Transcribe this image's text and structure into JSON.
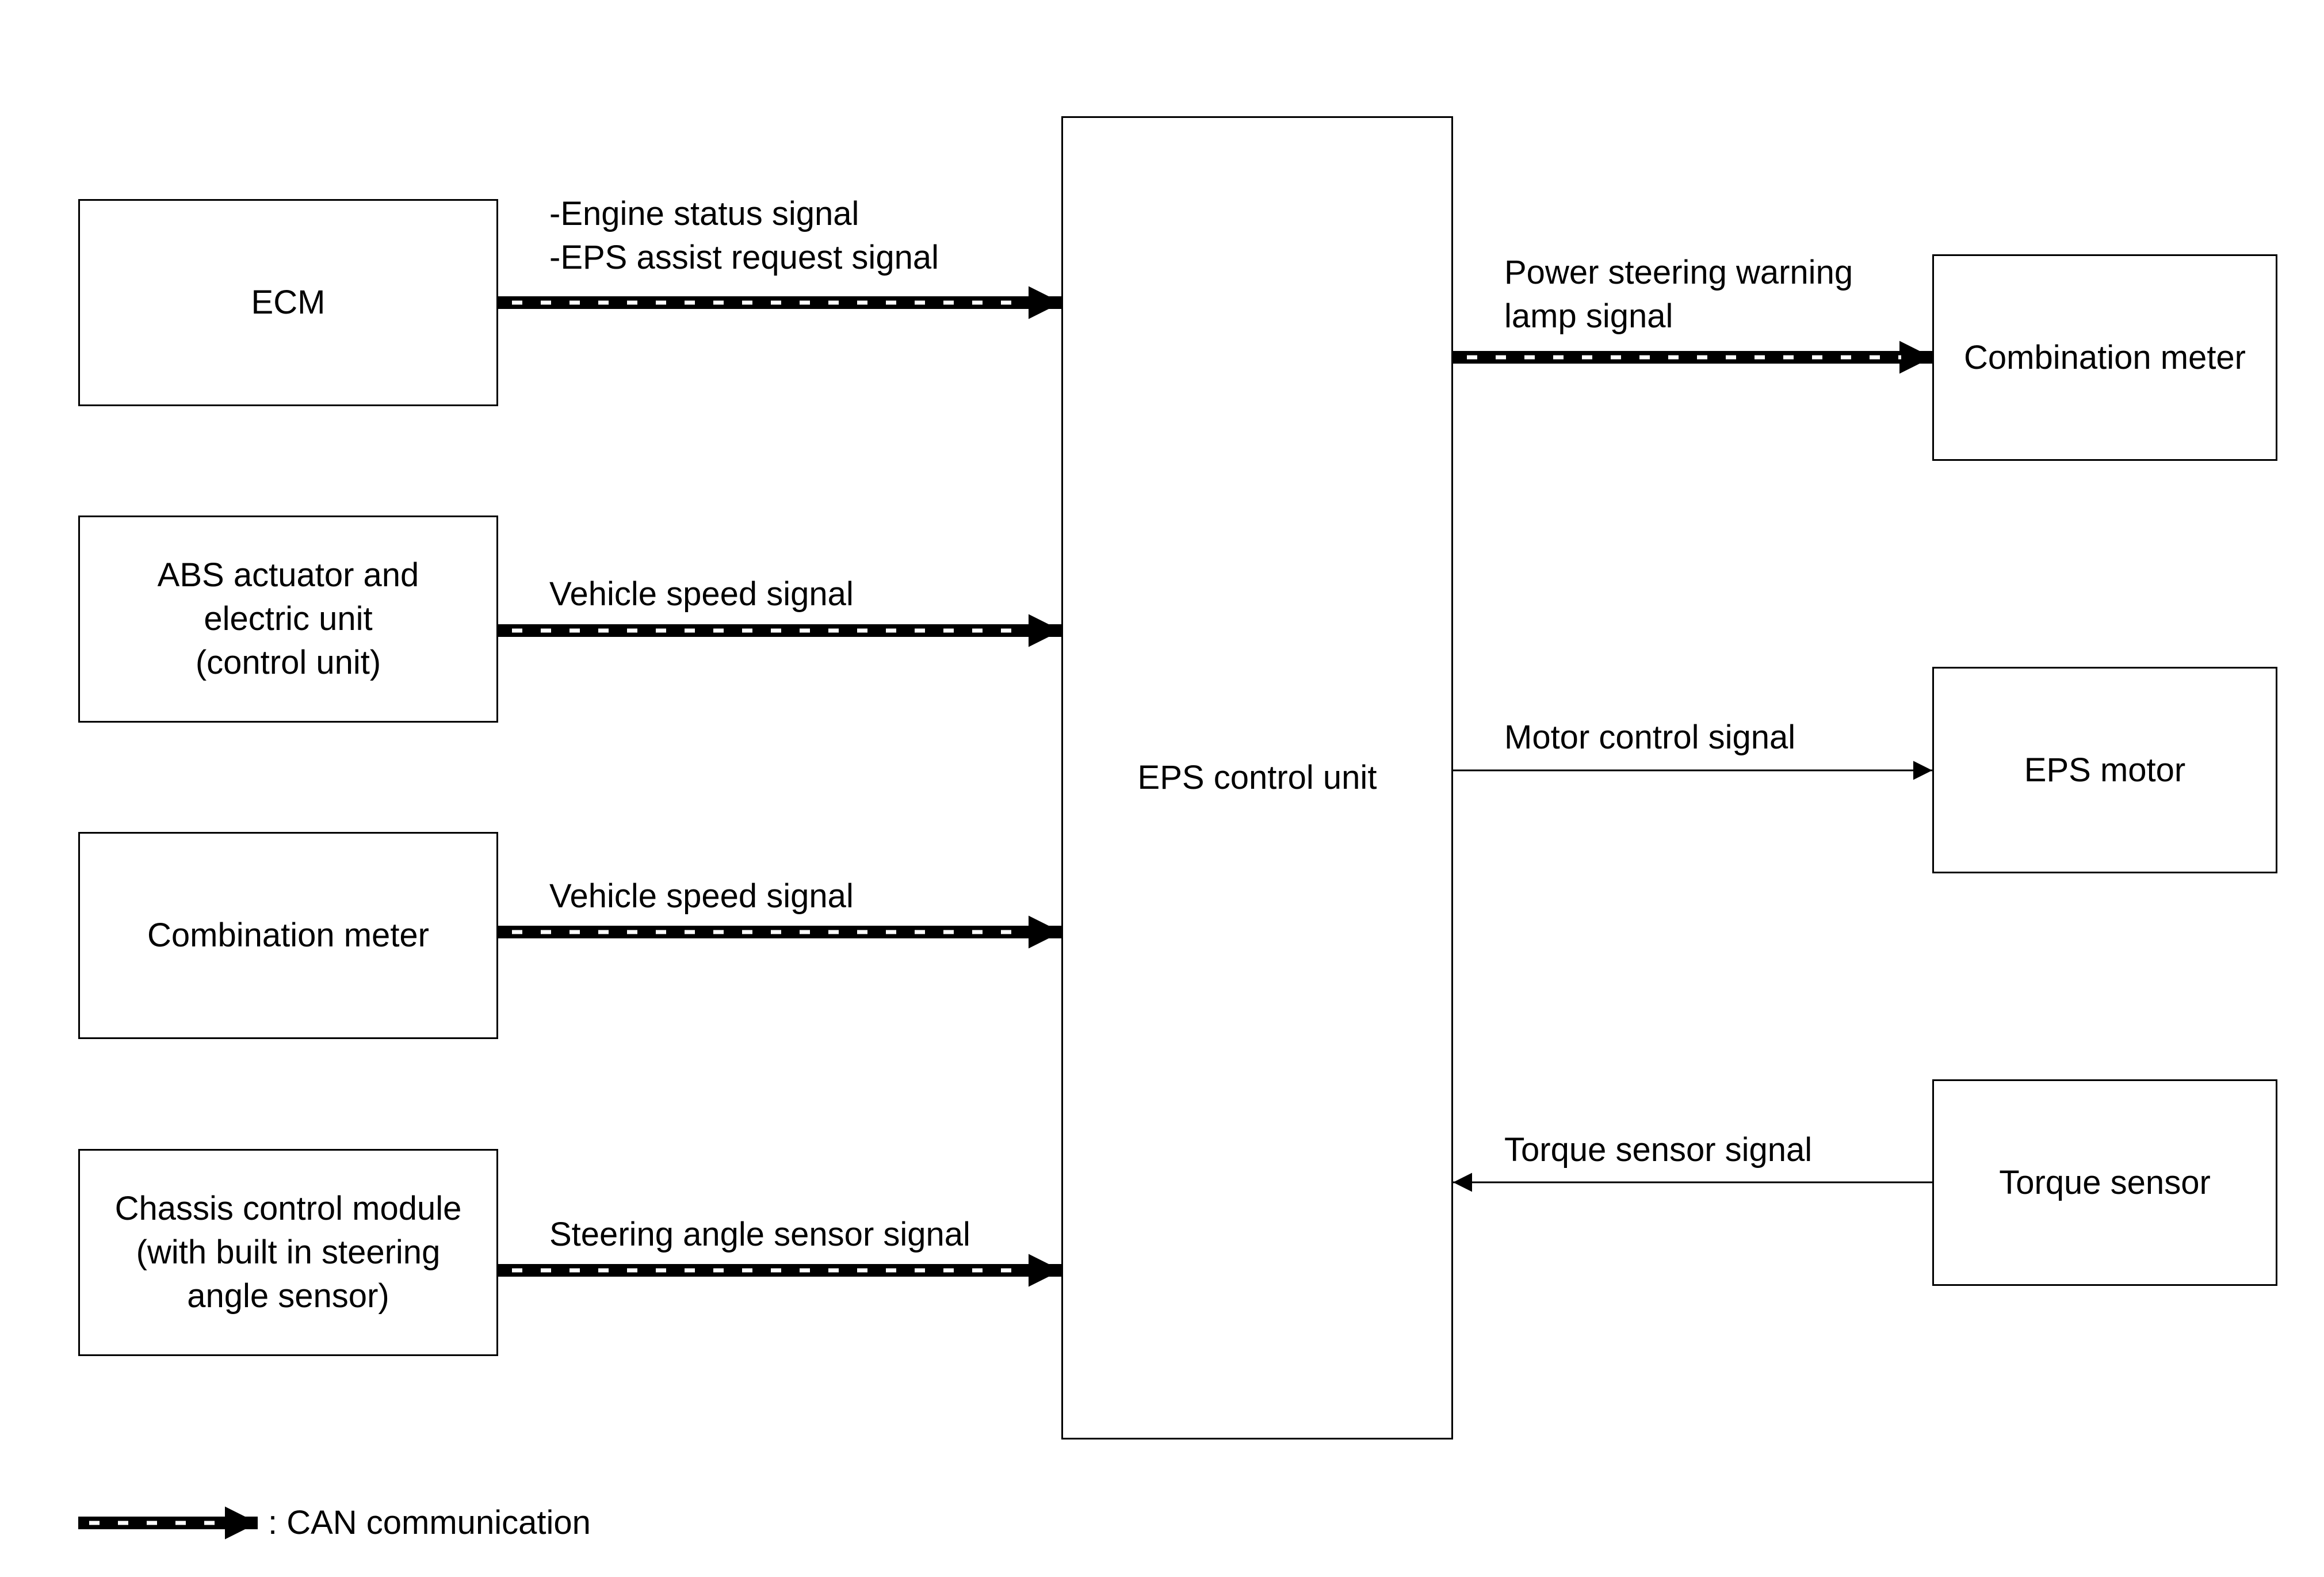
{
  "diagram": {
    "center_unit": "EPS control unit",
    "inputs": [
      {
        "box": "ECM",
        "signal": "-Engine status signal\n-EPS assist request signal",
        "link": "can"
      },
      {
        "box": "ABS actuator and\nelectric unit\n(control unit)",
        "signal": "Vehicle speed signal",
        "link": "can"
      },
      {
        "box": "Combination meter",
        "signal": "Vehicle speed signal",
        "link": "can"
      },
      {
        "box": "Chassis control module\n(with built in steering\nangle sensor)",
        "signal": "Steering angle sensor signal",
        "link": "can"
      }
    ],
    "outputs": [
      {
        "box": "Combination meter",
        "signal": "Power steering warning\nlamp signal",
        "link": "can",
        "direction": "out"
      },
      {
        "box": "EPS motor",
        "signal": "Motor control signal",
        "link": "wire",
        "direction": "out"
      },
      {
        "box": "Torque sensor",
        "signal": "Torque sensor signal",
        "link": "wire",
        "direction": "in"
      }
    ],
    "legend": ": CAN communication",
    "colors": {
      "line": "#000000",
      "background": "#ffffff",
      "can_dash": "#ffffff"
    }
  }
}
